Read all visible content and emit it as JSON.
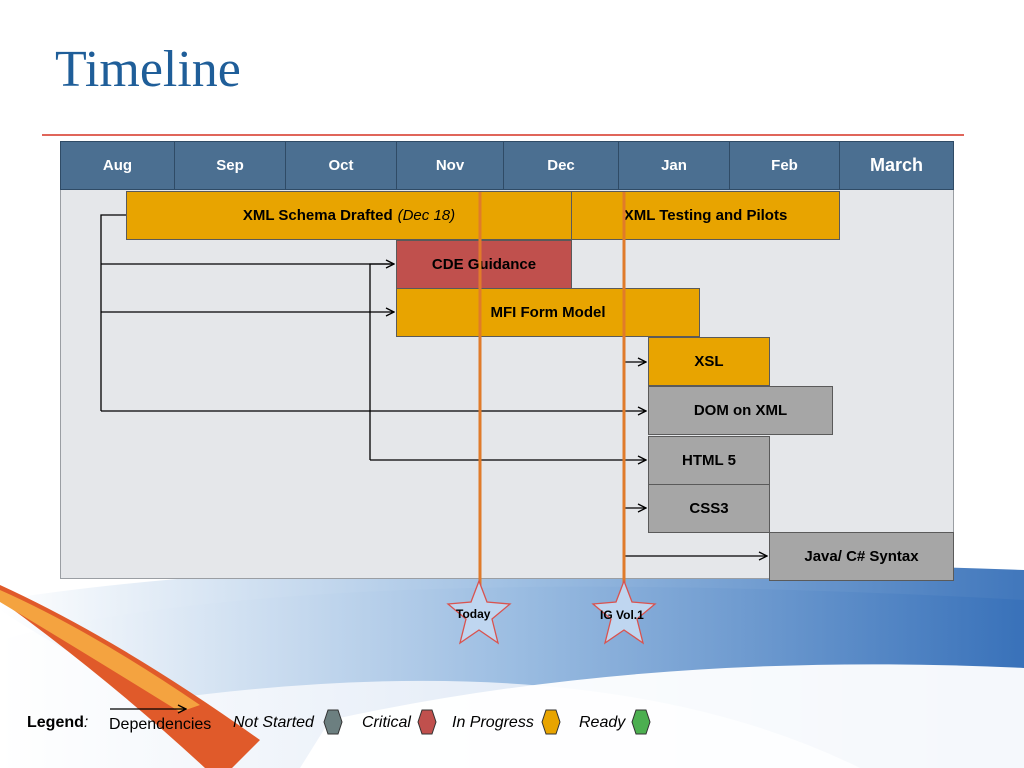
{
  "title": "Timeline",
  "months": [
    "Aug",
    "Sep",
    "Oct",
    "Nov",
    "Dec",
    "Jan",
    "Feb",
    "March"
  ],
  "tasks": {
    "xml_schema": {
      "label": "XML Schema Drafted",
      "note": "(Dec 18)"
    },
    "xml_testing": {
      "label": "XML Testing and Pilots"
    },
    "cde_guidance": {
      "label": "CDE Guidance"
    },
    "mfi_form_model": {
      "label": "MFI Form Model"
    },
    "xsl": {
      "label": "XSL"
    },
    "dom_on_xml": {
      "label": "DOM on XML"
    },
    "html5": {
      "label": "HTML 5"
    },
    "css3": {
      "label": "CSS3"
    },
    "java_csharp": {
      "label": "Java/ C# Syntax"
    }
  },
  "milestones": {
    "today": "Today",
    "ig_vol1": "IG Vol.1"
  },
  "legend": {
    "label": "Legend",
    "colon": ":",
    "dependencies": "Dependencies",
    "not_started": "Not Started",
    "critical": "Critical",
    "in_progress": "In Progress",
    "ready": "Ready"
  },
  "colors": {
    "title": "#1f5e99",
    "month_header": "#4b6f91",
    "in_progress": "#e8a400",
    "critical": "#c0504d",
    "not_started": "#a6a6a6",
    "ready": "#4caf50",
    "milestone_line": "#e07b2a"
  }
}
